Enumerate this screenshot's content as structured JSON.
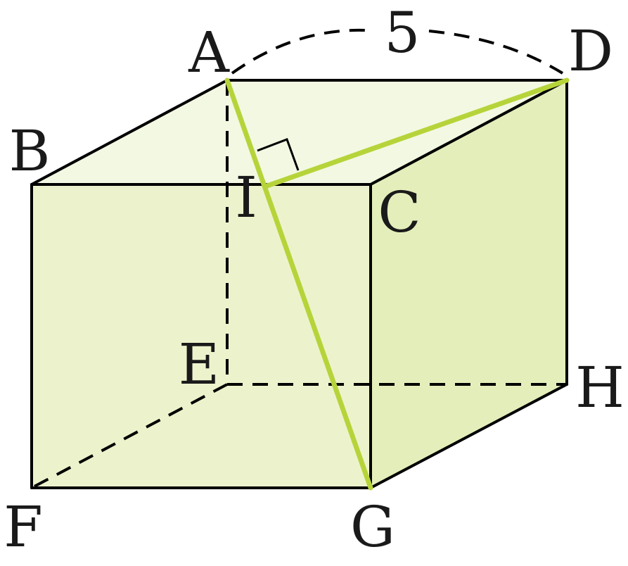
{
  "diagram": {
    "labels": {
      "A": "A",
      "B": "B",
      "C": "C",
      "D": "D",
      "E": "E",
      "F": "F",
      "G": "G",
      "H": "H",
      "I": "I"
    },
    "measure_AD": "5"
  },
  "colors": {
    "face_front": "#ecf3cc",
    "face_right": "#e4eebb",
    "face_top": "#f3f8e2",
    "highlight": "#b6d43a",
    "edge": "#000000"
  }
}
